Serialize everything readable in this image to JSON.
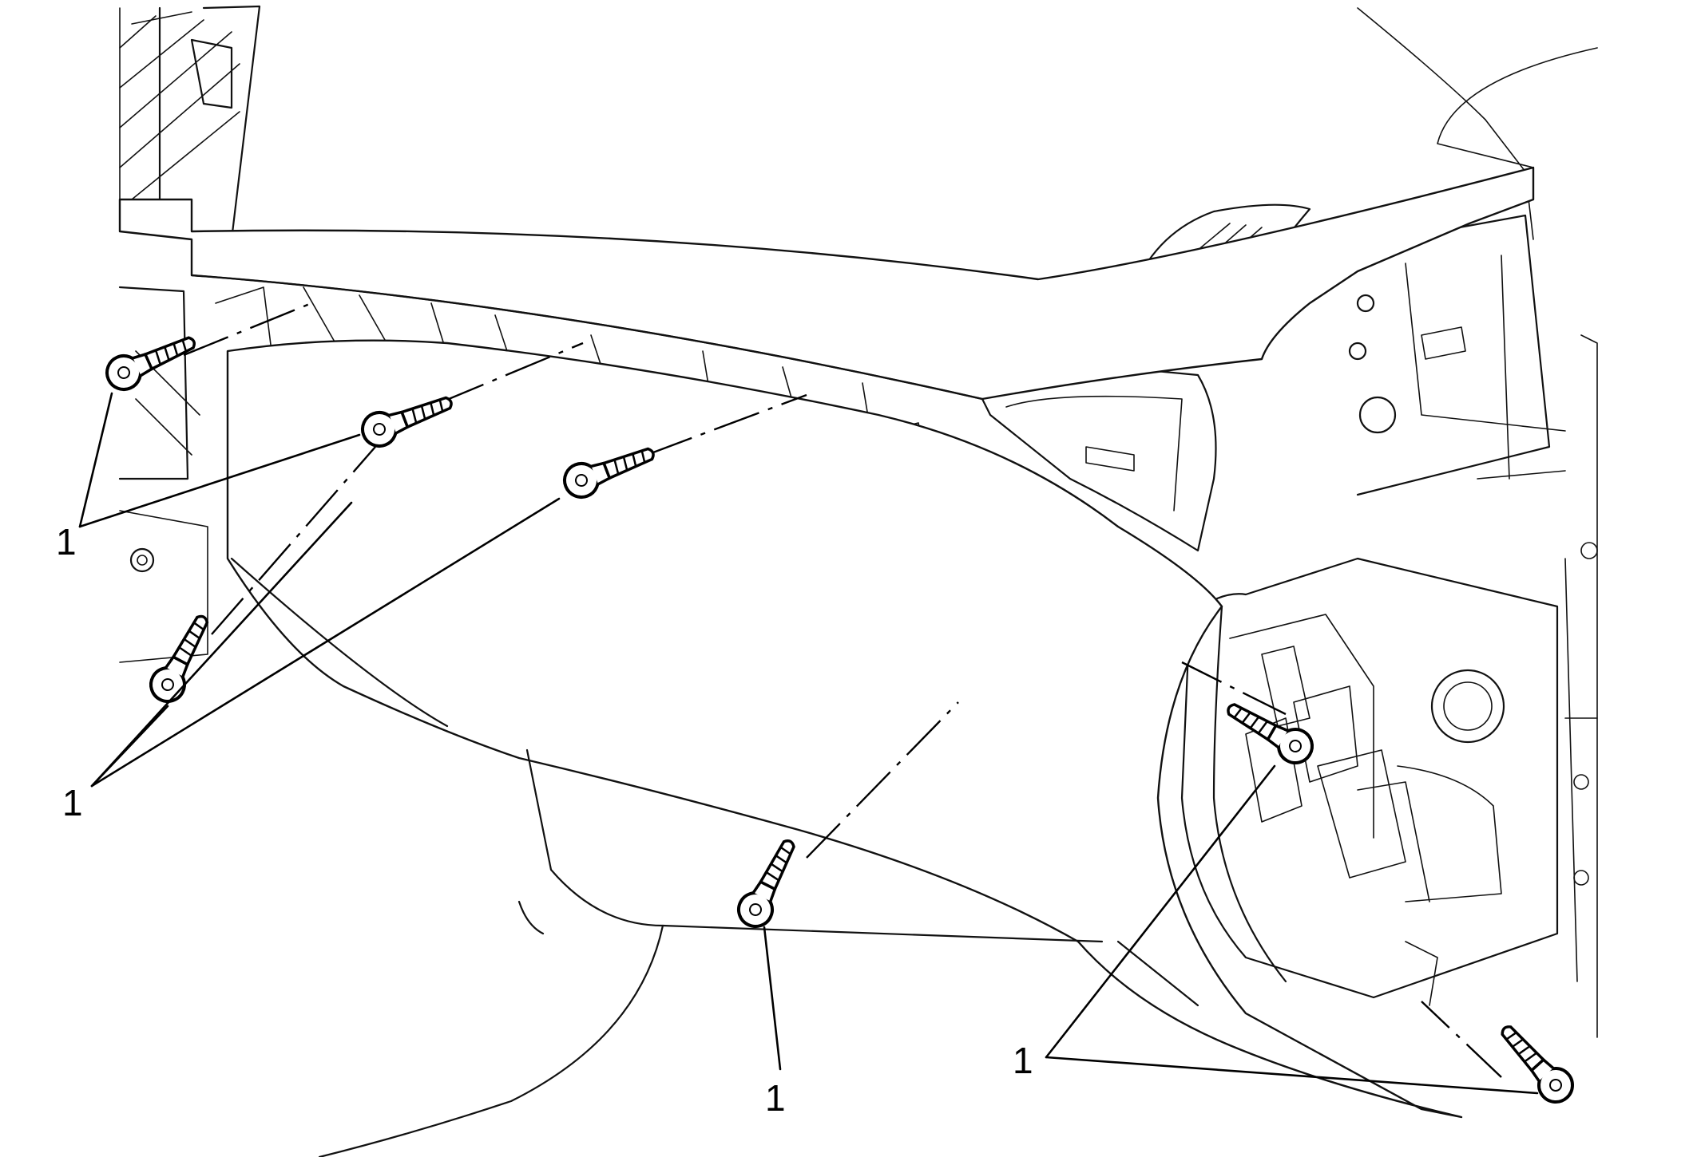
{
  "callouts": [
    {
      "id": "c1",
      "text": "1"
    },
    {
      "id": "c2",
      "text": "1"
    },
    {
      "id": "c3",
      "text": "1"
    },
    {
      "id": "c4",
      "text": "1"
    }
  ],
  "fasteners": {
    "count": 7,
    "icon": "screw-icon"
  },
  "colors": {
    "line": "#111111",
    "background": "#ffffff"
  }
}
